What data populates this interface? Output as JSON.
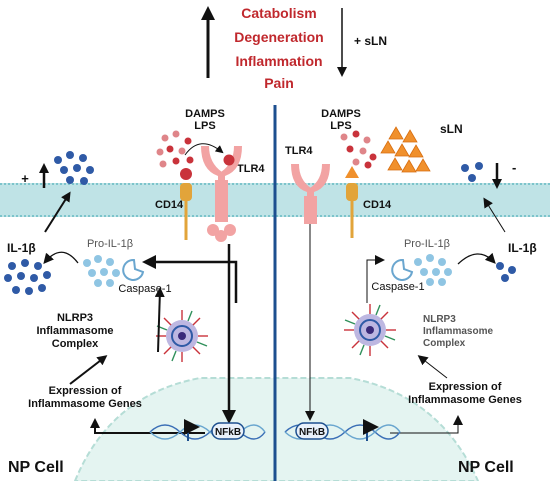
{
  "header": {
    "lines": [
      "Catabolism",
      "Degeneration",
      "Inflammation",
      "Pain"
    ],
    "treatment_label": "+ sLN",
    "header_color": "#c0282d"
  },
  "left_panel": {
    "damps_line1": "DAMPS",
    "damps_line2": "LPS",
    "tlr4_label": "TLR4",
    "cd14_label": "CD14",
    "plus_sign": "+",
    "il1b_label": "IL-1β",
    "pro_il1b_label": "Pro-IL-1β",
    "caspase_label": "Caspase-1",
    "nlrp3_line1": "NLRP3",
    "nlrp3_line2": "Inflammasome",
    "nlrp3_line3": "Complex",
    "expression_line1": "Expression of",
    "expression_line2": "Inflammasome Genes",
    "nfkb_label": "NFkB",
    "cell_label": "NP Cell"
  },
  "right_panel": {
    "damps_line1": "DAMPS",
    "damps_line2": "LPS",
    "sln_label": "sLN",
    "tlr4_label": "TLR4",
    "cd14_label": "CD14",
    "minus_sign": "-",
    "il1b_label": "IL-1β",
    "pro_il1b_label": "Pro-IL-1β",
    "caspase_label": "Caspase-1",
    "nlrp3_line1": "NLRP3",
    "nlrp3_line2": "Inflammasome",
    "nlrp3_line3": "Complex",
    "expression_line1": "Expression of",
    "expression_line2": "Inflammasome Genes",
    "nfkb_label": "NFkB",
    "cell_label": "NP Cell"
  },
  "colors": {
    "divider": "#1d4f8f",
    "membrane": "#bfe3e6",
    "tlr4": "#f2a3a3",
    "cd14": "#e2a43a",
    "damps": "#c9333b",
    "sln": "#f0902c",
    "il1b": "#2f5aa6",
    "pro_il1b": "#8fc5e3",
    "nucleus": "#e4f4f1",
    "dna": "#3b6fb6"
  },
  "icons": [
    "up-arrow-icon",
    "down-arrow-icon",
    "tlr4-receptor-icon",
    "cd14-receptor-icon",
    "caspase-icon",
    "inflammasome-icon",
    "dna-icon",
    "triangle-icon"
  ]
}
